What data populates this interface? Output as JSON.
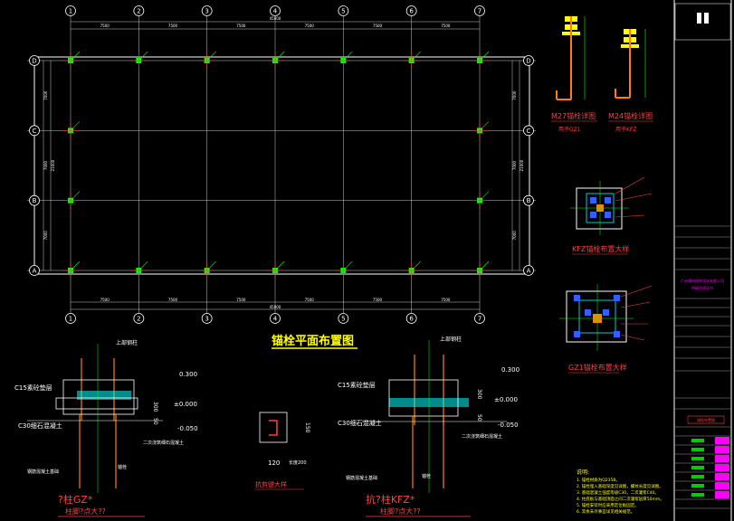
{
  "plan": {
    "title": "锚栓平面布置图",
    "col_labels": [
      "1",
      "2",
      "3",
      "4",
      "5",
      "6",
      "7"
    ],
    "row_labels": [
      "D",
      "C",
      "B",
      "A"
    ],
    "bay_dims": [
      "7500",
      "7500",
      "7500",
      "7500",
      "7500",
      "7500"
    ],
    "total_dim": "45000",
    "row_dims": [
      "7000",
      "7000",
      "7000"
    ],
    "total_row_dim": "21000"
  },
  "bolts": {
    "bolt1_label": "M27锚栓详图",
    "bolt1_sub": "用于GZ1",
    "bolt2_label": "M24锚栓详图",
    "bolt2_sub": "用于KFZ"
  },
  "plates": {
    "kfz_title": "KFZ锚栓布置大样",
    "gz_title": "GZ1锚栓布置大样"
  },
  "sections": {
    "left_title": "?柱GZ*",
    "left_sub": "柱脚?点大??",
    "right_title": "抗?柱KFZ*",
    "right_sub": "柱脚?点大??",
    "top_col_label": "上部钢柱",
    "c15": "C15素砼垫层",
    "c30": "C30细石混凝土",
    "el_top": "0.300",
    "el_zero": "±0.000",
    "el_neg": "-0.050",
    "dim_300": "300",
    "dim_50": "50",
    "second_pour": "二次浇筑细石混凝土",
    "anchor_bolt": "锚栓",
    "footing": "钢筋混凝土基础"
  },
  "detail_mid": {
    "title": "抗剪键大样",
    "dim_120": "120",
    "dim_150": "150",
    "note": "长度200"
  },
  "notes": {
    "heading": "说明:",
    "lines": [
      "1. 锚栓材质为Q235B。",
      "2. 锚栓埋入基础深度见详图，螺纹长度见详图。",
      "3. 基础混凝土强度等级C30，二次灌浆C40。",
      "4. 柱底板与基础顶面之间二次灌浆层厚50mm。",
      "5. 锚栓安装时应采用定位板固定。",
      "6. 其余未尽事宜详见相关规范。"
    ]
  },
  "title_block": {
    "company": "广州建筑结构设计有限公司",
    "company_sub": "甲级资质证书",
    "project": "锚栓布置图"
  },
  "colors": {
    "grid": "#ffffff",
    "axis": "#d0d0d0",
    "cyan": "#00ffff",
    "red": "#ff4040",
    "green": "#00ff00",
    "yellow": "#ffff00",
    "magenta": "#ff00ff",
    "orange": "#ff8000",
    "blue": "#3060ff"
  }
}
